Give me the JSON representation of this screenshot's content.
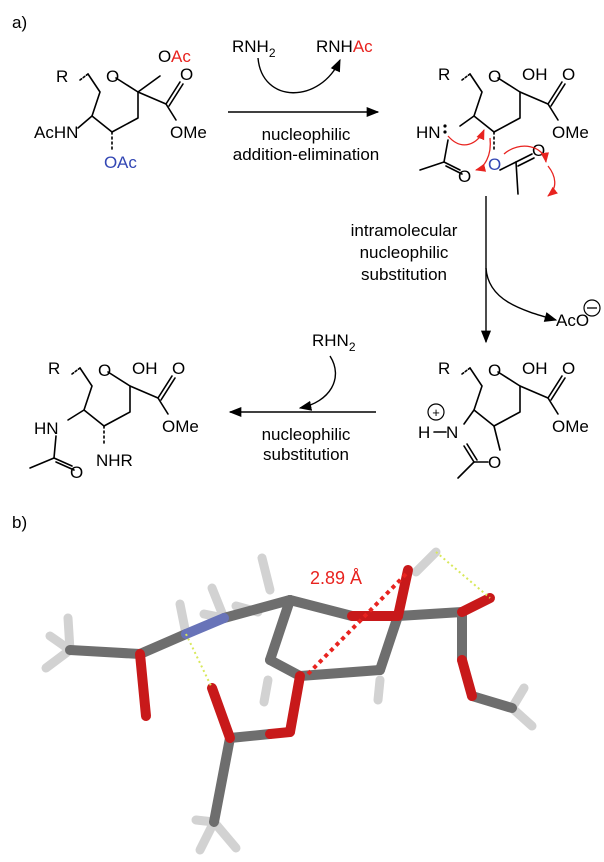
{
  "panel_a": {
    "label": "a)",
    "reagent_top": "RNH",
    "reagent_top_sub": "2",
    "byproduct_top_prefix": "RNH",
    "byproduct_top_suffix": "Ac",
    "step1_line1": "nucleophilic",
    "step1_line2": "addition-elimination",
    "step2_line1": "intramolecular",
    "step2_line2": "nucleophilic",
    "step2_line3": "substitution",
    "byproduct_right": "AcO",
    "reagent_bottom": "RHN",
    "reagent_bottom_sub": "2",
    "step3_line1": "nucleophilic",
    "step3_line2": "substitution",
    "start": {
      "r": "R",
      "o_ring": "O",
      "oac_top_o": "O",
      "oac_top_ac": "Ac",
      "ester_o": "O",
      "ome": "OMe",
      "achn": "AcHN",
      "oac_bottom_o": "O",
      "oac_bottom_ac": "Ac"
    },
    "intermediate": {
      "r": "R",
      "o_ring": "O",
      "oh": "OH",
      "ester_o": "O",
      "ome": "OMe",
      "hn": "HN",
      "amide_o": "O",
      "o_ester": "O",
      "acyl_o": "O"
    },
    "oxazoline": {
      "r": "R",
      "o_ring": "O",
      "oh": "OH",
      "ester_o": "O",
      "ome": "OMe",
      "plus": "+",
      "h": "H",
      "n": "N",
      "o": "O"
    },
    "product": {
      "r": "R",
      "o_ring": "O",
      "oh": "OH",
      "ester_o": "O",
      "ome": "OMe",
      "hn": "HN",
      "amide_o": "O",
      "nhr": "NHR"
    }
  },
  "panel_b": {
    "label": "b)",
    "distance": "2.89 Å"
  },
  "colors": {
    "red": "#e8231f",
    "blue": "#3347b4",
    "carbon": "#6e6e6e",
    "hydrogen": "#d2d2d2",
    "oxygen": "#c8191a",
    "nitrogen": "#6873b8",
    "hbond": "#d8e85a"
  }
}
